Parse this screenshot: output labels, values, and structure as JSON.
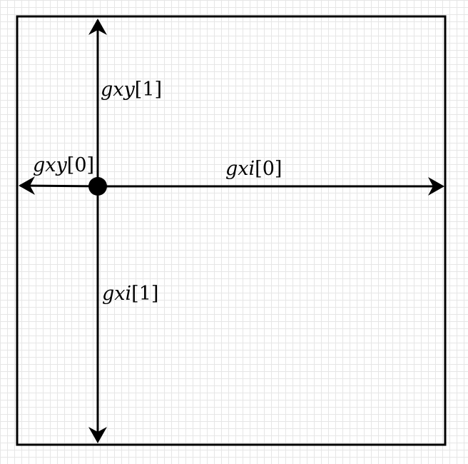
{
  "diagram": {
    "labels": {
      "gxy1": {
        "name": "gxy",
        "index": "1"
      },
      "gxy0": {
        "name": "gxy",
        "index": "0"
      },
      "gxi0": {
        "name": "gxi",
        "index": "0"
      },
      "gxi1": {
        "name": "gxi",
        "index": "1"
      }
    },
    "colors": {
      "stroke": "#000000",
      "background": "#ffffff",
      "grid": "#e6e6e6"
    }
  }
}
